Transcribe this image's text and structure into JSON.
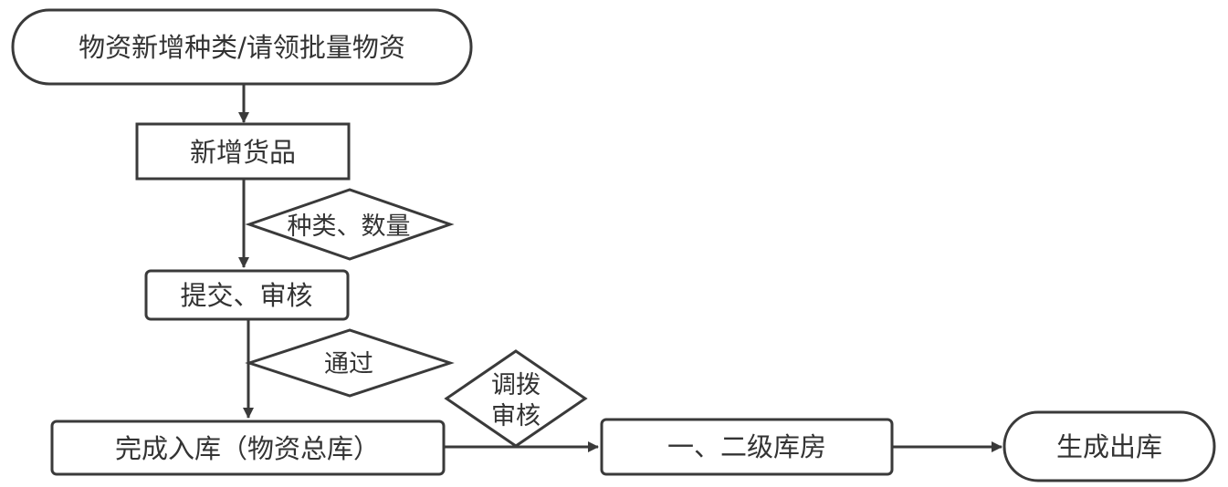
{
  "diagram": {
    "nodes": {
      "start": {
        "label": "物资新增种类/请领批量物资"
      },
      "add_goods": {
        "label": "新增货品"
      },
      "submit_review": {
        "label": "提交、审核"
      },
      "inbound_complete": {
        "label": "完成入库（物资总库）"
      },
      "warehouse_levels": {
        "label": "一、二级库房"
      },
      "outbound": {
        "label": "生成出库"
      }
    },
    "decisions": {
      "category_qty": {
        "label": "种类、数量"
      },
      "approved": {
        "label": "通过"
      },
      "transfer_review": {
        "line1": "调拨",
        "line2": "审核"
      }
    },
    "colors": {
      "stroke": "#3a3a3a",
      "text": "#333333",
      "background": "#ffffff"
    }
  }
}
